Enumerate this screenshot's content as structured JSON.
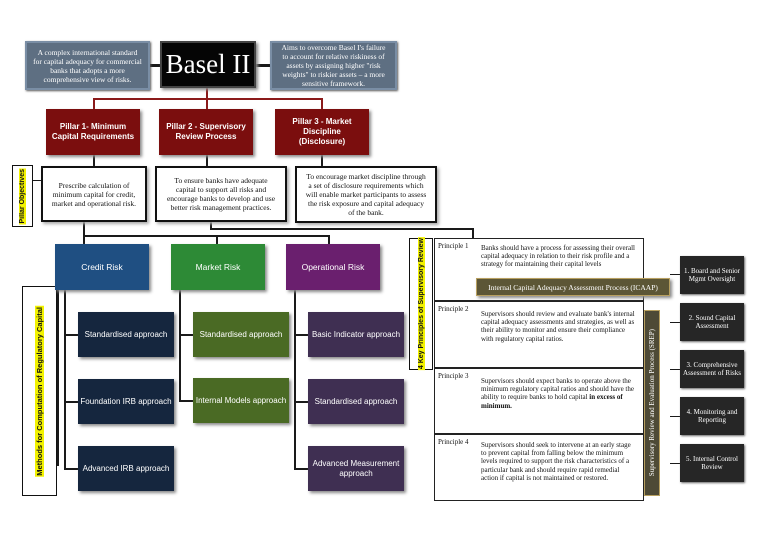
{
  "title": "Basel II",
  "left_info": "A complex international standard for capital adequacy for commercial banks that adopts a more comprehensive view of risks.",
  "right_info": "Aims to overcome Basel I's failure to account for relative riskiness of assets by assigning higher \"risk weights\" to riskier assets – a more sensitive framework.",
  "pillars": [
    {
      "label": "Pillar 1- Minimum Capital Requirements",
      "objective": "Prescribe calculation of minimum capital for credit, market and operational risk."
    },
    {
      "label": "Pillar 2 - Supervisory Review Process",
      "objective": "To ensure banks have adequate capital to support all risks and encourage banks to develop and use better risk management practices."
    },
    {
      "label": "Pillar 3 - Market Discipline (Disclosure)",
      "objective": "To encourage market discipline through a set of disclosure requirements which will enable market participants to assess the risk exposure and capital adequacy of the bank."
    }
  ],
  "pillar_objectives_label": "Pillar Objectives",
  "methods_label": "Methods for Computation of Regulatory Capital",
  "risks": [
    {
      "label": "Credit Risk",
      "color": "#1f4f82",
      "approaches": [
        "Standardised approach",
        "Foundation IRB approach",
        "Advanced IRB approach"
      ]
    },
    {
      "label": "Market Risk",
      "color": "#2d8a36",
      "approaches": [
        "Standardised approach",
        "Internal Models approach"
      ]
    },
    {
      "label": "Operational Risk",
      "color": "#6a1f6e",
      "approaches": [
        "Basic Indicator approach",
        "Standardised approach",
        "Advanced Measurement approach"
      ]
    }
  ],
  "approach_colors": {
    "credit": "#15263e",
    "market": "#4a6a24",
    "operational": "#3f2f52"
  },
  "key_principles_label": "4 Key Principles of Supervisory Review",
  "principles": [
    {
      "label": "Principle 1",
      "text": "Banks should have a process for assessing their overall capital adequacy in relation to their risk profile and a strategy for maintaining their capital levels"
    },
    {
      "label": "Principle 2",
      "text": "Supervisors should review and evaluate bank's internal capital adequacy assessments and strategies, as well as their ability to monitor and ensure their compliance with regulatory capital ratios."
    },
    {
      "label": "Principle 3",
      "text": "Supervisors should expect banks to operate above the minimum regulatory capital ratios and should have the ability to require banks to hold capital",
      "bold_tail": "in excess of minimum."
    },
    {
      "label": "Principle 4",
      "text": "Supervisors should seek to intervene at an early stage to prevent capital from falling below the minimum levels required to support the risk characteristics of a particular bank and should require rapid remedial action if capital is not maintained or restored."
    }
  ],
  "icaap": "Internal Capital Adequacy Assessment Process (ICAAP)",
  "srep": "Supervisory Review and Evaluation Process (SREP)",
  "review_steps": [
    "1. Board and Senior Mgmt Oversight",
    "2. Sound Capital Assessment",
    "3. Comprehensive Assessment of Risks",
    "4. Monitoring and Reporting",
    "5. Internal Control Review"
  ]
}
